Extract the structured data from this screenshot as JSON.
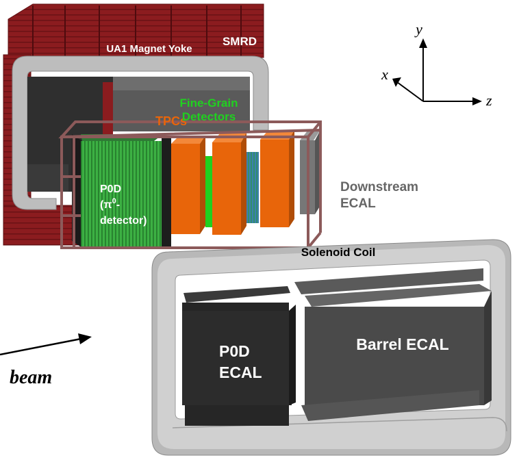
{
  "labels": {
    "magnet_yoke": "UA1 Magnet Yoke",
    "smrd": "SMRD",
    "tpcs": "TPCs",
    "fgd_line1": "Fine-Grain",
    "fgd_line2": "Detectors",
    "p0d_line1": "P0D",
    "p0d_line2_open": "(π",
    "p0d_line2_sup": "0",
    "p0d_line2_close": "-",
    "p0d_line3": "detector)",
    "ds_ecal_line1": "Downstream",
    "ds_ecal_line2": "ECAL",
    "solenoid": "Solenoid Coil",
    "p0d_ecal_line1": "P0D",
    "p0d_ecal_line2": "ECAL",
    "barrel_ecal": "Barrel ECAL",
    "beam": "beam"
  },
  "axes": {
    "y": "y",
    "x": "x",
    "z": "z"
  },
  "colors": {
    "yoke": "#8b1c1f",
    "yoke_dark": "#5e0f12",
    "tpc": "#e8650a",
    "fgd": "#20d020",
    "p0d": "#3cb043",
    "frame": "#8c5a5a",
    "coil": "#c4c4c4",
    "ecal_dark": "#2c2c2c",
    "ecal_mid": "#4a4a4a",
    "ds_ecal": "#777777",
    "label_white": "#ffffff",
    "label_orange": "#e8650a",
    "label_green": "#20d020",
    "label_gray": "#666666"
  }
}
